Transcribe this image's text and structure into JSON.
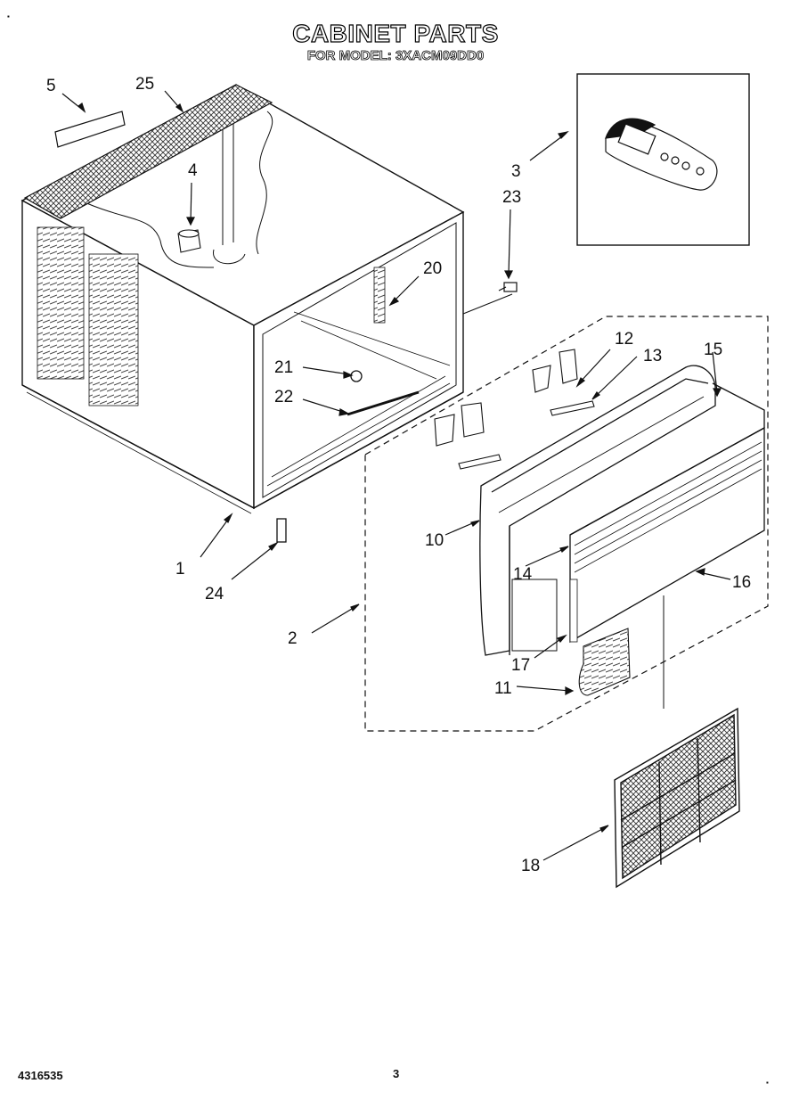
{
  "title": "CABINET PARTS",
  "subtitle": "FOR MODEL: 3XACM09DD0",
  "callouts": {
    "c1": "1",
    "c2": "2",
    "c3": "3",
    "c4": "4",
    "c5": "5",
    "c10": "10",
    "c11": "11",
    "c12": "12",
    "c13": "13",
    "c14": "14",
    "c15": "15",
    "c16": "16",
    "c17": "17",
    "c18": "18",
    "c20": "20",
    "c21": "21",
    "c22": "22",
    "c23": "23",
    "c24": "24",
    "c25": "25"
  },
  "footer": {
    "part_number": "4316535",
    "page": "3"
  }
}
